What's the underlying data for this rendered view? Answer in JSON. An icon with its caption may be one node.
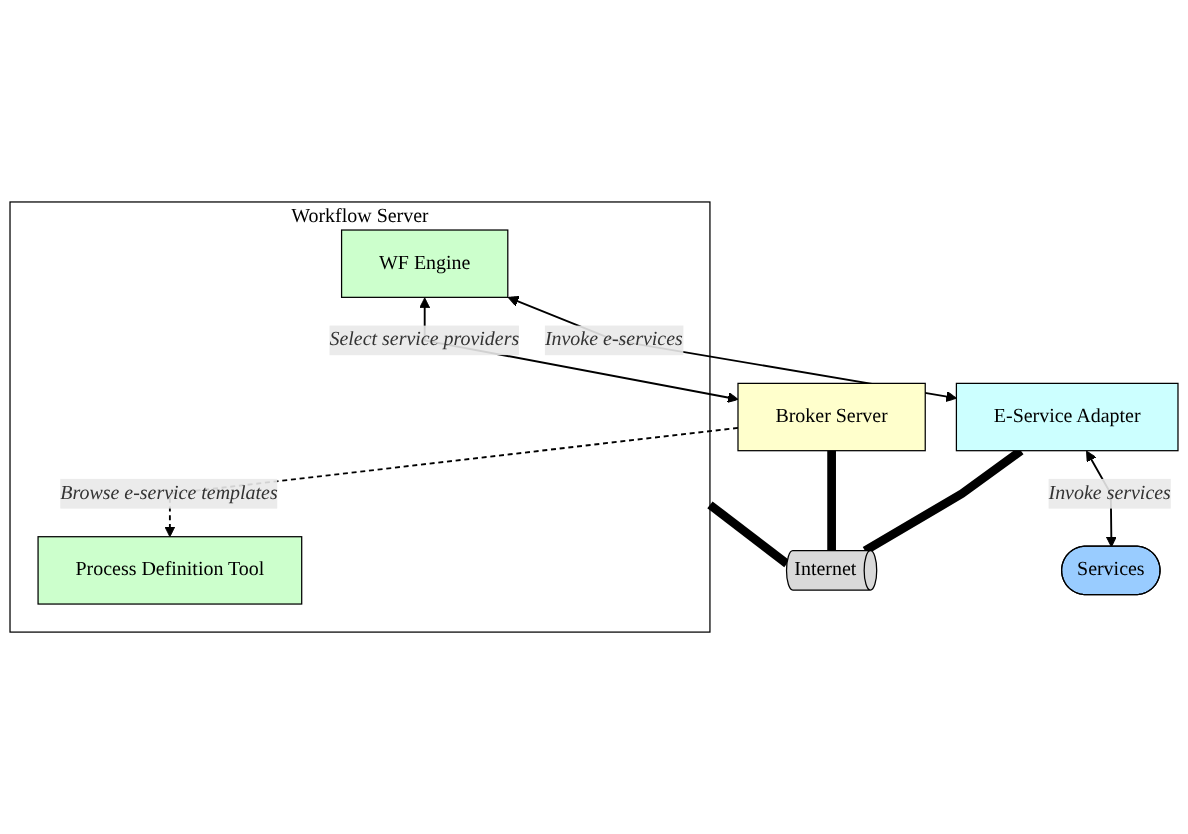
{
  "diagram": {
    "nodes": [
      {
        "text": [
          "Workflow Server"
        ]
      },
      {
        "text": [
          "WF Engine"
        ],
        "in": 0
      },
      {
        "text": [
          "Process Definition Tool"
        ],
        "in": 0
      },
      {
        "text": [
          "Internet"
        ]
      },
      {
        "text": [
          "E-Service Adapter"
        ]
      },
      {
        "text": [
          "Broker Server"
        ]
      },
      {
        "text": [
          "Services"
        ]
      }
    ],
    "edges": [
      {
        "from": 1,
        "to": 4,
        "arrow": "both",
        "label": "Invoke e-services"
      },
      {
        "from": 1,
        "to": 5,
        "arrow": "both",
        "label": "Select service providers"
      },
      {
        "from": 5,
        "to": 2,
        "arrow": "to",
        "label": "Browse e-service templates",
        "style": "dashed"
      },
      {
        "from": 0,
        "to": 3,
        "arrow": "none",
        "style": "thick"
      },
      {
        "from": 4,
        "to": 3,
        "arrow": "none",
        "style": "thick"
      },
      {
        "from": 5,
        "to": 3,
        "arrow": "none",
        "style": "thick"
      },
      {
        "from": 4,
        "to": 6,
        "arrow": "both",
        "label": "Invoke services"
      }
    ]
  }
}
